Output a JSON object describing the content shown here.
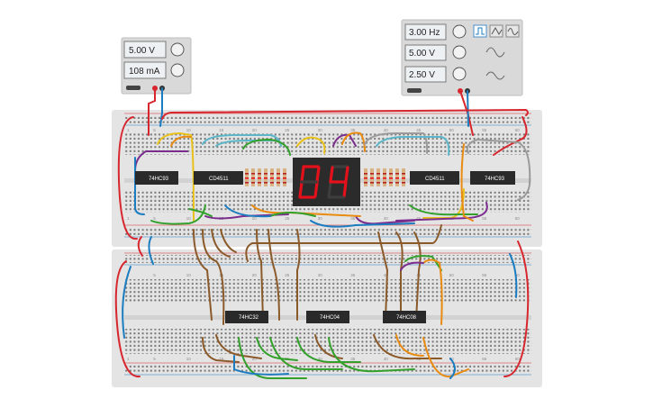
{
  "power_supply": {
    "voltage": "5.00 V",
    "current": "108 mA"
  },
  "function_generator": {
    "frequency": "3.00 Hz",
    "amplitude": "5.00 V",
    "dc_offset": "2.50 V",
    "waveforms": [
      "square-wave-icon",
      "triangle-wave-icon",
      "sine-wave-icon"
    ],
    "selected_waveform": "square-wave-icon"
  },
  "display": {
    "digit_1": "0",
    "digit_2": "4",
    "color": "#e3111b"
  },
  "chips": {
    "left_counter": "74HC93",
    "left_decoder": "CD4511",
    "right_decoder": "CD4511",
    "right_counter": "74HC93",
    "gate_1": "74HC32",
    "gate_2": "74HC04",
    "gate_3": "74HC08"
  },
  "breadboard_numbers": [
    "1",
    "5",
    "10",
    "15",
    "20",
    "25",
    "30",
    "35",
    "40",
    "45",
    "50",
    "55",
    "60"
  ],
  "colors": {
    "wire_red": "#d7262d",
    "wire_blue": "#1b7cc0",
    "wire_brown": "#8b5a2b",
    "wire_green": "#33a02c",
    "wire_orange": "#e98b10",
    "wire_purple": "#7b2d8e",
    "wire_yellow": "#e8c21a",
    "wire_gray": "#9a9a9a",
    "wire_cyan": "#5ab6c8",
    "breadboard": "#e6e6e6",
    "chip": "#2a2a2a",
    "display_body": "#2b2b2b"
  }
}
